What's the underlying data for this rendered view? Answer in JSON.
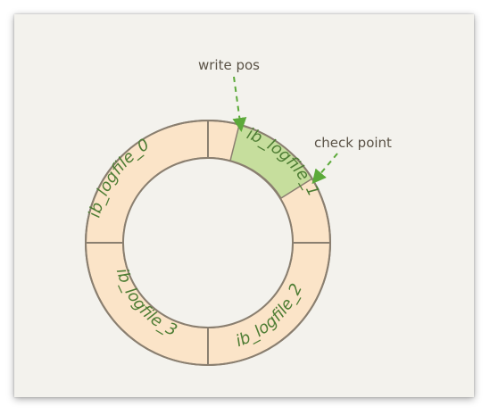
{
  "diagram": {
    "segments": [
      {
        "label": "ib_logfile_0",
        "fill": "#fbe4c8"
      },
      {
        "label": "ib_logfile_1",
        "fill": "#fbe4c8",
        "highlight_fill": "#c6de9d"
      },
      {
        "label": "ib_logfile_2",
        "fill": "#fbe4c8"
      },
      {
        "label": "ib_logfile_3",
        "fill": "#fbe4c8"
      }
    ],
    "callouts": {
      "write_pos": "write pos",
      "check_point": "check point"
    },
    "colors": {
      "ring_stroke": "#8a7f70",
      "label_text": "#4e7d34",
      "arrow": "#5caa3a",
      "background": "#f3f2ed"
    }
  }
}
